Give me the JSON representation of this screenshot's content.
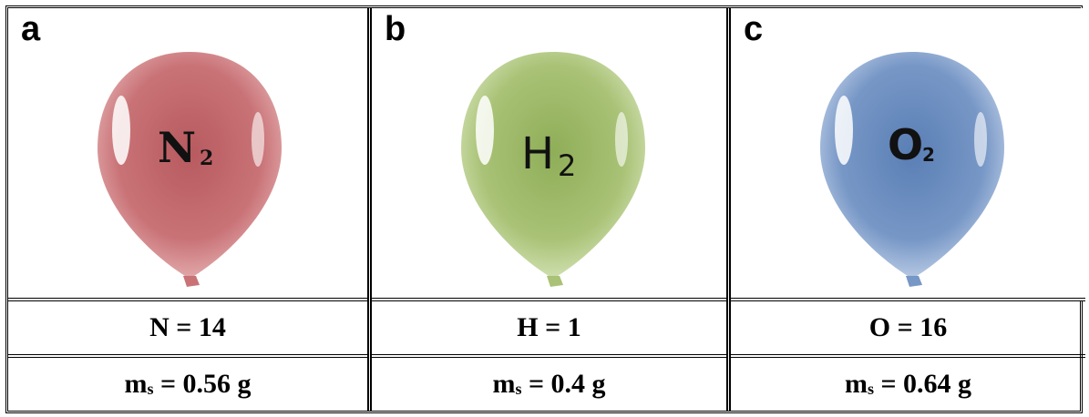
{
  "panels": [
    {
      "letter": "a",
      "molecule": "N",
      "molecule_sub": "2",
      "color": "#c0696d",
      "atomic_mass": "N = 14",
      "ms_label": "m",
      "ms_sub": "s",
      "ms_value": "= 0.56 g"
    },
    {
      "letter": "b",
      "molecule": "H",
      "molecule_sub": "2",
      "color": "#9fb86b",
      "atomic_mass": "H = 1",
      "ms_label": "m",
      "ms_sub": "s",
      "ms_value": "= 0.4 g"
    },
    {
      "letter": "c",
      "molecule": "O",
      "molecule_sub": "2",
      "color": "#6f8fbf",
      "atomic_mass": "O = 16",
      "ms_label": "m",
      "ms_sub": "s",
      "ms_value": "= 0.64 g"
    }
  ]
}
